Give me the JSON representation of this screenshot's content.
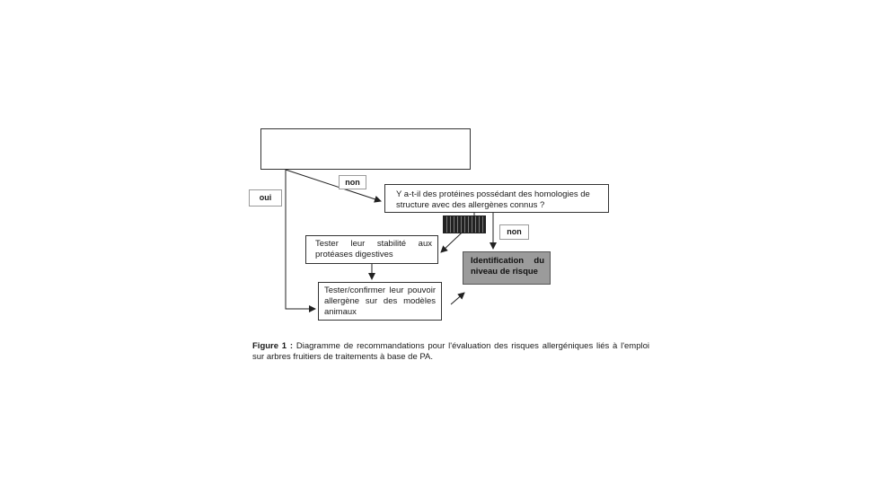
{
  "diagram": {
    "start_box": "",
    "question": "Y a-t-il des protéines possédant des homologies de structure avec des allergènes connus ?",
    "stability_test": "Tester leur stabilité aux protéases digestives",
    "allergen_test": "Tester/confirmer leur pouvoir allergène sur des modèles animaux",
    "risk_identification": "Identification du niveau de risque",
    "labels": {
      "oui": "oui",
      "non_top": "non",
      "non_right": "non"
    }
  },
  "caption": {
    "prefix": "Figure 1 :",
    "text": "Diagramme de recommandations pour l'évaluation des risques allergéniques liés à l'emploi sur arbres fruitiers de traitements à base de PA."
  }
}
